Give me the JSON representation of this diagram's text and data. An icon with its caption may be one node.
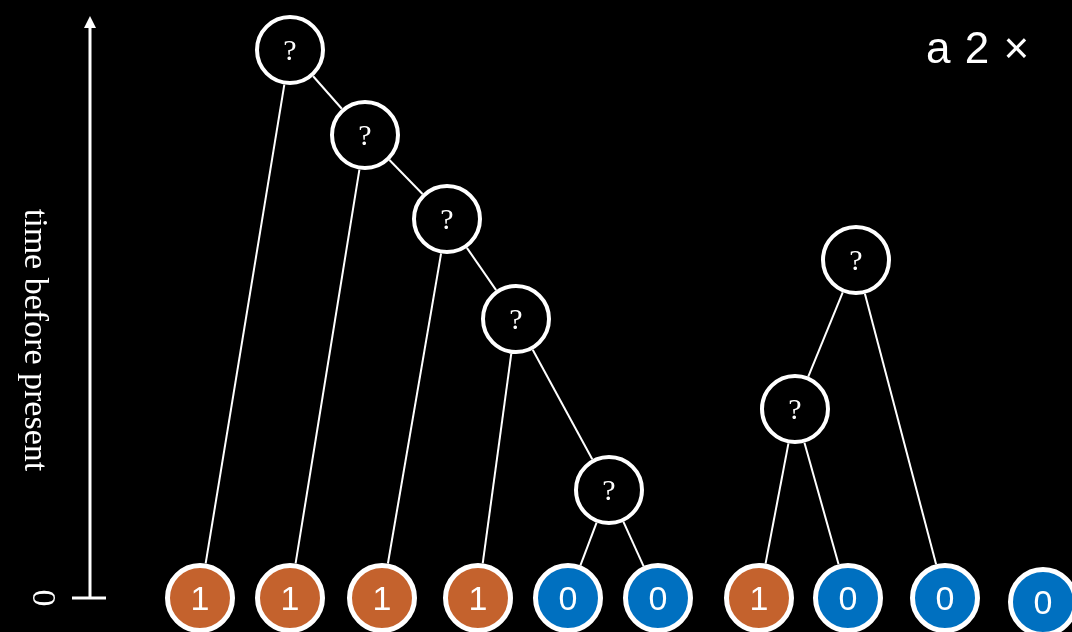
{
  "diagram": {
    "nodes": [
      {
        "text": [
          "?"
        ]
      },
      {
        "text": [
          "?"
        ]
      },
      {
        "text": [
          "?"
        ]
      },
      {
        "text": [
          "?"
        ]
      },
      {
        "text": [
          "?"
        ]
      },
      {
        "text": [
          "?"
        ]
      },
      {
        "text": [
          "?"
        ]
      },
      {
        "text": [
          "1"
        ]
      },
      {
        "text": [
          "1"
        ]
      },
      {
        "text": [
          "1"
        ]
      },
      {
        "text": [
          "1"
        ]
      },
      {
        "text": [
          "0"
        ]
      },
      {
        "text": [
          "0"
        ]
      },
      {
        "text": [
          "1"
        ]
      },
      {
        "text": [
          "0"
        ]
      },
      {
        "text": [
          "0"
        ]
      },
      {
        "text": [
          "0"
        ]
      }
    ],
    "edges": [
      {
        "from": 0,
        "to": 7,
        "arrow": "none"
      },
      {
        "from": 0,
        "to": 1,
        "arrow": "none"
      },
      {
        "from": 1,
        "to": 8,
        "arrow": "none"
      },
      {
        "from": 1,
        "to": 2,
        "arrow": "none"
      },
      {
        "from": 2,
        "to": 9,
        "arrow": "none"
      },
      {
        "from": 2,
        "to": 3,
        "arrow": "none"
      },
      {
        "from": 3,
        "to": 10,
        "arrow": "none"
      },
      {
        "from": 3,
        "to": 4,
        "arrow": "none"
      },
      {
        "from": 4,
        "to": 11,
        "arrow": "none"
      },
      {
        "from": 4,
        "to": 12,
        "arrow": "none"
      },
      {
        "from": 5,
        "to": 6,
        "arrow": "none"
      },
      {
        "from": 5,
        "to": 15,
        "arrow": "none"
      },
      {
        "from": 6,
        "to": 13,
        "arrow": "none"
      },
      {
        "from": 6,
        "to": 14,
        "arrow": "none"
      }
    ],
    "labels": [
      "a 2 ×",
      "time before present",
      "0"
    ]
  }
}
